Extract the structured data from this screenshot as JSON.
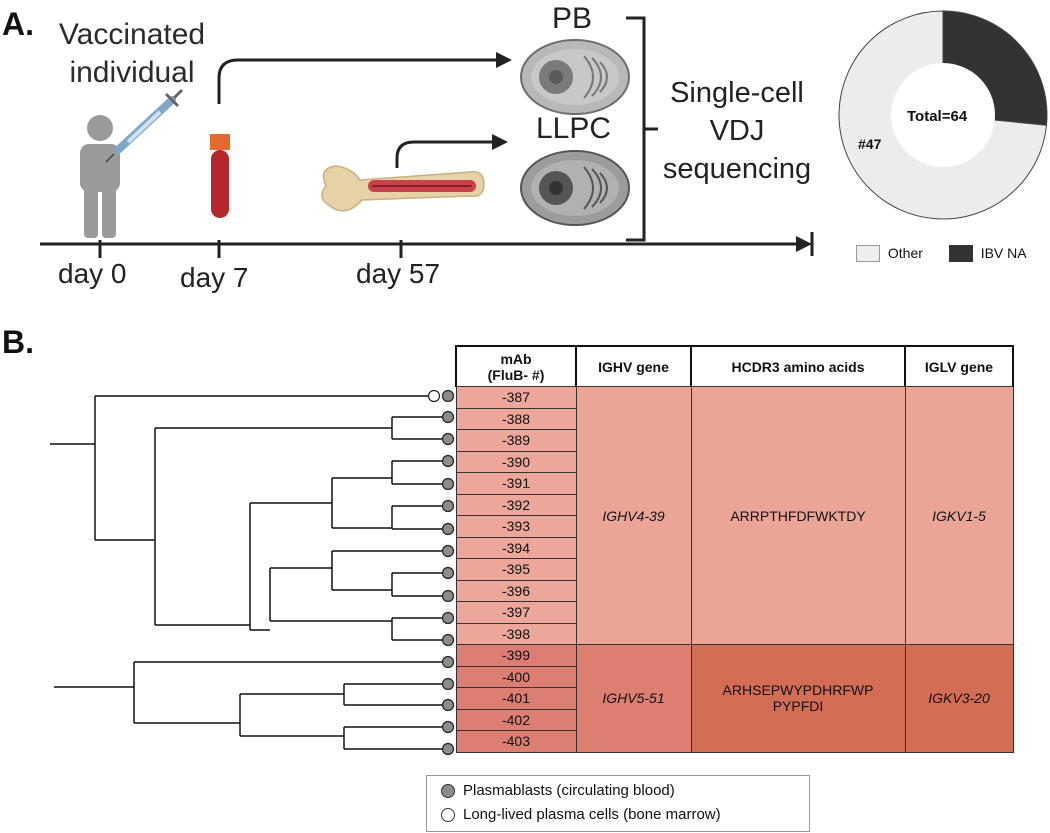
{
  "panel_a": {
    "label": "A.",
    "person_label_line1": "Vaccinated",
    "person_label_line2": "individual",
    "days": [
      "day 0",
      "day 7",
      "day 57"
    ],
    "cell_pb": "PB",
    "cell_llpc": "LLPC",
    "sequencing_line1": "Single-cell",
    "sequencing_line2": "VDJ",
    "sequencing_line3": "sequencing",
    "donut": {
      "center_label": "Total=64",
      "slice_label": "#47",
      "legend": [
        {
          "name": "Other",
          "color": "#eeeeee"
        },
        {
          "name": "IBV NA",
          "color": "#333333"
        }
      ]
    }
  },
  "chart_data": {
    "type": "pie",
    "categories": [
      "Other",
      "IBV NA"
    ],
    "values": [
      47,
      17
    ],
    "colors": [
      "#ececec",
      "#333333"
    ]
  },
  "panel_b": {
    "label": "B.",
    "headers": {
      "mab_line1": "mAb",
      "mab_line2": "(FluB- #)",
      "ighv": "IGHV gene",
      "hcdr3": "HCDR3 amino acids",
      "iglv": "IGLV gene"
    },
    "mab_ids": [
      "-387",
      "-388",
      "-389",
      "-390",
      "-391",
      "-392",
      "-393",
      "-394",
      "-395",
      "-396",
      "-397",
      "-398",
      "-399",
      "-400",
      "-401",
      "-402",
      "-403"
    ],
    "group1": {
      "ighv": "IGHV4-39",
      "hcdr3": "ARRPTHFDFWKTDY",
      "iglv": "IGKV1-5"
    },
    "group2": {
      "ighv": "IGHV5-51",
      "hcdr3": "ARHSEPWYPDHRFWPPYPFDI",
      "hcdr3_line1": "ARHSEPWYPDHRFWP",
      "hcdr3_line2": "PYPFDI",
      "iglv": "IGKV3-20"
    },
    "legend": {
      "plasmablasts": "Plasmablasts (circulating blood)",
      "llpc": "Long-lived plasma cells (bone marrow)"
    }
  }
}
